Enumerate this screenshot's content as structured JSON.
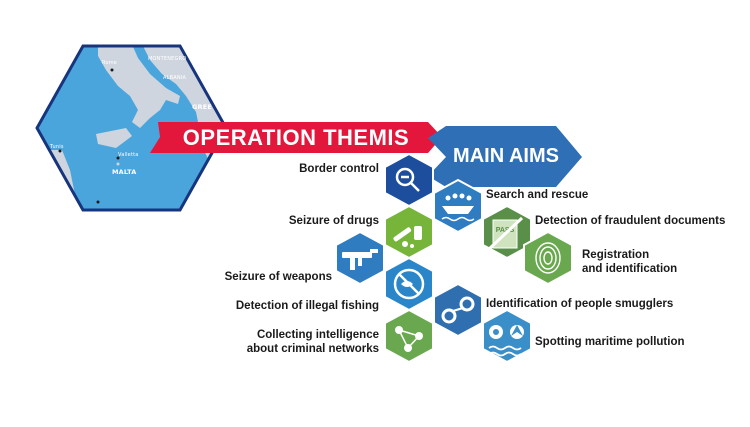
{
  "header": {
    "operation_title": "OPERATION THEMIS",
    "main_aims_title": "MAIN AIMS"
  },
  "map": {
    "labels": {
      "rome": "Rome",
      "montenegro": "MONTENEGRO",
      "albania": "ALBANIA",
      "greece": "GREE",
      "tunis": "Tunis",
      "valletta": "Valletta",
      "malta": "MALTA"
    }
  },
  "aims": [
    {
      "label": "Border control",
      "icon": "magnifier-icon",
      "color": "#1d4e9e"
    },
    {
      "label": "Search and rescue",
      "icon": "rescue-boat-icon",
      "color": "#2f7cc0"
    },
    {
      "label": "Seizure of drugs",
      "icon": "drugs-icon",
      "color": "#76b53a"
    },
    {
      "label": "Detection of fraudulent documents",
      "icon": "passport-icon",
      "color": "#5a8f4a"
    },
    {
      "label": "Registration\nand identification",
      "icon": "fingerprint-icon",
      "color": "#6aa84f"
    },
    {
      "label": "Seizure of weapons",
      "icon": "gun-icon",
      "color": "#2f7cc0"
    },
    {
      "label": "Detection of illegal fishing",
      "icon": "no-fishing-icon",
      "color": "#2a86c9"
    },
    {
      "label": "Identification of people smugglers",
      "icon": "handcuffs-icon",
      "color": "#2f6fb0"
    },
    {
      "label": "Collecting intelligence\nabout criminal networks",
      "icon": "network-icon",
      "color": "#6aa84f"
    },
    {
      "label": "Spotting maritime pollution",
      "icon": "hazard-icon",
      "color": "#3a8fc8"
    }
  ],
  "colors": {
    "map_sea": "#4aa5dc",
    "map_land": "#cfd5de",
    "map_border": "#17357d",
    "banner_red": "#e3173c",
    "main_aims_blue": "#2f6fb5"
  }
}
